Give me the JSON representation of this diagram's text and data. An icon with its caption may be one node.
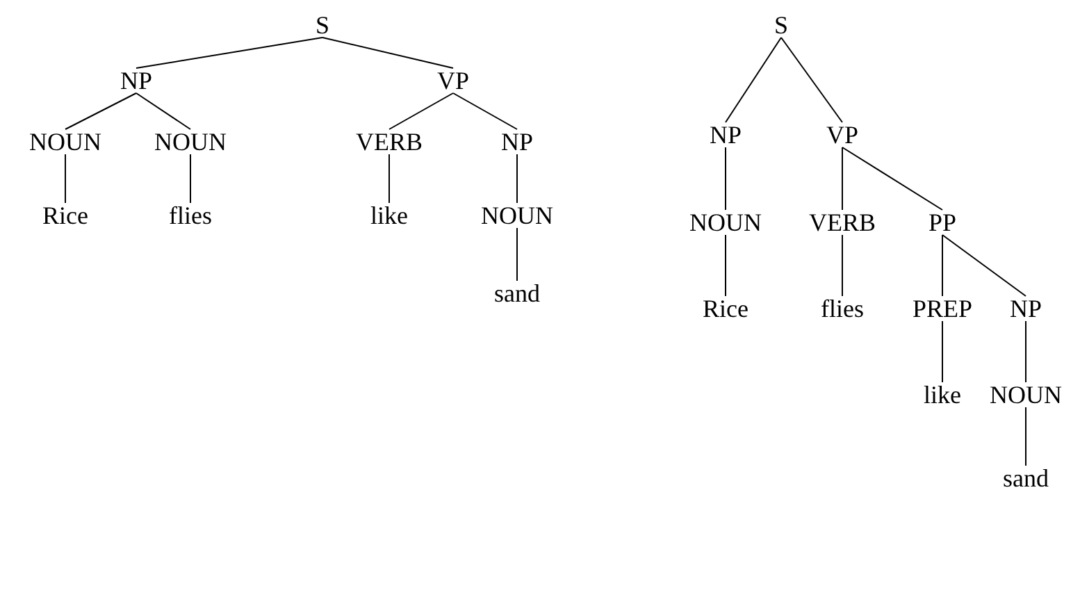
{
  "diagram": {
    "nodes": [
      {
        "text": [
          "S"
        ]
      },
      {
        "text": [
          "NP"
        ]
      },
      {
        "text": [
          "VP"
        ]
      },
      {
        "text": [
          "NOUN"
        ]
      },
      {
        "text": [
          "NOUN"
        ]
      },
      {
        "text": [
          "VERB"
        ]
      },
      {
        "text": [
          "NP"
        ]
      },
      {
        "text": [
          "Rice"
        ]
      },
      {
        "text": [
          "flies"
        ]
      },
      {
        "text": [
          "like"
        ]
      },
      {
        "text": [
          "NOUN"
        ]
      },
      {
        "text": [
          "sand"
        ]
      },
      {
        "text": [
          "S"
        ]
      },
      {
        "text": [
          "NP"
        ]
      },
      {
        "text": [
          "VP"
        ]
      },
      {
        "text": [
          "NOUN"
        ]
      },
      {
        "text": [
          "VERB"
        ]
      },
      {
        "text": [
          "PP"
        ]
      },
      {
        "text": [
          "Rice"
        ]
      },
      {
        "text": [
          "flies"
        ]
      },
      {
        "text": [
          "PREP"
        ]
      },
      {
        "text": [
          "NP"
        ]
      },
      {
        "text": [
          "like"
        ]
      },
      {
        "text": [
          "NOUN"
        ]
      },
      {
        "text": [
          "sand"
        ]
      }
    ],
    "edges": [
      {
        "from": 0,
        "to": 1,
        "arrow": "none"
      },
      {
        "from": 0,
        "to": 2,
        "arrow": "none"
      },
      {
        "from": 1,
        "to": 3,
        "arrow": "none"
      },
      {
        "from": 1,
        "to": 4,
        "arrow": "none"
      },
      {
        "from": 2,
        "to": 5,
        "arrow": "none"
      },
      {
        "from": 2,
        "to": 6,
        "arrow": "none"
      },
      {
        "from": 3,
        "to": 7,
        "arrow": "none"
      },
      {
        "from": 4,
        "to": 8,
        "arrow": "none"
      },
      {
        "from": 5,
        "to": 9,
        "arrow": "none"
      },
      {
        "from": 6,
        "to": 10,
        "arrow": "none"
      },
      {
        "from": 10,
        "to": 11,
        "arrow": "none"
      },
      {
        "from": 12,
        "to": 13,
        "arrow": "none"
      },
      {
        "from": 12,
        "to": 14,
        "arrow": "none"
      },
      {
        "from": 13,
        "to": 15,
        "arrow": "none"
      },
      {
        "from": 14,
        "to": 16,
        "arrow": "none"
      },
      {
        "from": 14,
        "to": 17,
        "arrow": "none"
      },
      {
        "from": 15,
        "to": 18,
        "arrow": "none"
      },
      {
        "from": 16,
        "to": 19,
        "arrow": "none"
      },
      {
        "from": 17,
        "to": 20,
        "arrow": "none"
      },
      {
        "from": 17,
        "to": 21,
        "arrow": "none"
      },
      {
        "from": 20,
        "to": 22,
        "arrow": "none"
      },
      {
        "from": 21,
        "to": 23,
        "arrow": "none"
      },
      {
        "from": 23,
        "to": 24,
        "arrow": "none"
      }
    ]
  }
}
